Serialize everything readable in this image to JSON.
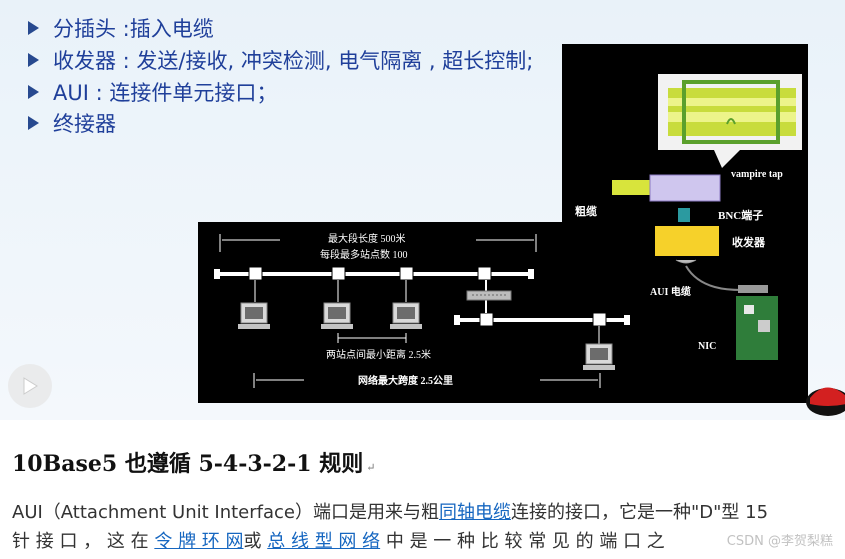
{
  "slide": {
    "bullets": [
      "分插头 :插入电缆",
      "收发器 : 发送/接收, 冲突检测, 电气隔离 , 超长控制;",
      "AUI : 连接件单元接口；",
      "终接器"
    ],
    "diagram": {
      "segment_length": "最大段长度 500米",
      "stations_per_segment": "每段最多站点数 100",
      "min_distance": "两站点间最小距离 2.5米",
      "max_span": "网络最大跨度 2.5公里",
      "vampire_tap": "vampire tap",
      "thick_cable": "粗缆",
      "bnc": "BNC端子",
      "transceiver": "收发器",
      "aui_cable": "AUI 电缆",
      "nic": "NIC"
    }
  },
  "article": {
    "heading": "10Base5 也遵循 5-4-3-2-1 规则",
    "return_mark": "↵",
    "p1_before": "AUI（Attachment Unit Interface）端口是用来与粗",
    "p1_link": "同轴电缆",
    "p1_after": "连接的接口，它是一种\"D\"型 15",
    "p2_a": "针 接 口 ， 这 在 ",
    "p2_link1": "令 牌 环 网",
    "p2_b": "或 ",
    "p2_link2": "总 线 型 网 络",
    "p2_c": " 中 是 一 种 比 较 常 见 的 端 口 之",
    "watermark": "CSDN @李贺梨糕"
  }
}
